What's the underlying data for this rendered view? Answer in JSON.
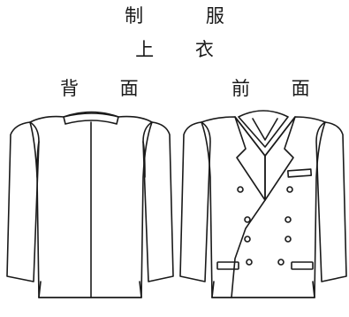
{
  "title": "制 服",
  "subtitle": "上 衣",
  "views": {
    "back": "背 面",
    "front": "前 面"
  }
}
